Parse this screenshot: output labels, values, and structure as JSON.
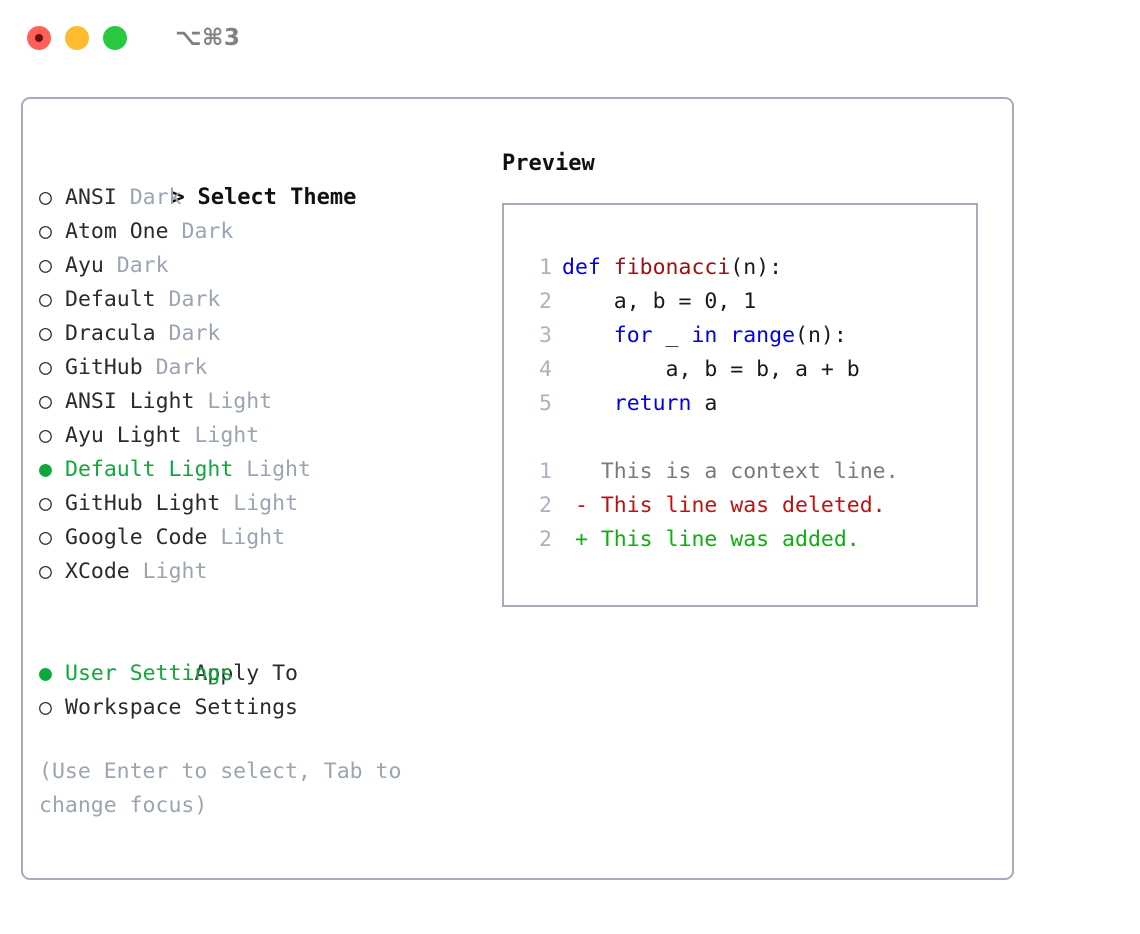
{
  "titlebar": {
    "shortcut": "⌥⌘3",
    "lights": [
      {
        "name": "close",
        "color": "#ff5f57"
      },
      {
        "name": "minimize",
        "color": "#febc2e"
      },
      {
        "name": "maximize",
        "color": "#28c840"
      }
    ]
  },
  "colors": {
    "accent_green": "#0fa83b",
    "border": "#a4adbb",
    "muted": "#9aa5b4",
    "keyword_blue": "#0000ee",
    "function_red": "#a01010",
    "diff_add": "#0bb00b",
    "diff_del": "#c0110f"
  },
  "theme_list": {
    "header_caret": ">",
    "header": "Select Theme",
    "bullet_unselected": "○",
    "bullet_selected": "●",
    "items": [
      {
        "label": "ANSI",
        "tag": "Dark",
        "selected": false
      },
      {
        "label": "Atom One",
        "tag": "Dark",
        "selected": false
      },
      {
        "label": "Ayu",
        "tag": "Dark",
        "selected": false
      },
      {
        "label": "Default",
        "tag": "Dark",
        "selected": false
      },
      {
        "label": "Dracula",
        "tag": "Dark",
        "selected": false
      },
      {
        "label": "GitHub",
        "tag": "Dark",
        "selected": false
      },
      {
        "label": "ANSI Light",
        "tag": "Light",
        "selected": false
      },
      {
        "label": "Ayu Light",
        "tag": "Light",
        "selected": false
      },
      {
        "label": "Default Light",
        "tag": "Light",
        "selected": true
      },
      {
        "label": "GitHub Light",
        "tag": "Light",
        "selected": false
      },
      {
        "label": "Google Code",
        "tag": "Light",
        "selected": false
      },
      {
        "label": "XCode",
        "tag": "Light",
        "selected": false
      }
    ]
  },
  "apply_to": {
    "header": "Apply To",
    "items": [
      {
        "label": "User Settings",
        "selected": true
      },
      {
        "label": "Workspace Settings",
        "selected": false
      }
    ]
  },
  "hint": "(Use Enter to select, Tab to change focus)",
  "preview": {
    "title": "Preview",
    "code_lines": [
      {
        "no": "1",
        "tokens": [
          {
            "t": "def ",
            "c": "kw"
          },
          {
            "t": "fibonacci",
            "c": "fn"
          },
          {
            "t": "(n):",
            "c": "plain"
          }
        ]
      },
      {
        "no": "2",
        "tokens": [
          {
            "t": "    a, b = 0, 1",
            "c": "plain"
          }
        ]
      },
      {
        "no": "3",
        "tokens": [
          {
            "t": "    for",
            "c": "kw"
          },
          {
            "t": " _ ",
            "c": "plain"
          },
          {
            "t": "in ",
            "c": "kw"
          },
          {
            "t": "range",
            "c": "kw"
          },
          {
            "t": "(n):",
            "c": "plain"
          }
        ]
      },
      {
        "no": "4",
        "tokens": [
          {
            "t": "        a, b = b, a + b",
            "c": "plain"
          }
        ]
      },
      {
        "no": "5",
        "tokens": [
          {
            "t": "    return",
            "c": "kw"
          },
          {
            "t": " a",
            "c": "plain"
          }
        ]
      }
    ],
    "diff_lines": [
      {
        "no": "1",
        "marker": " ",
        "text": "This is a context line.",
        "kind": "ctx"
      },
      {
        "no": "2",
        "marker": "-",
        "text": "This line was deleted.",
        "kind": "del"
      },
      {
        "no": "2",
        "marker": "+",
        "text": "This line was added.",
        "kind": "add"
      }
    ]
  }
}
